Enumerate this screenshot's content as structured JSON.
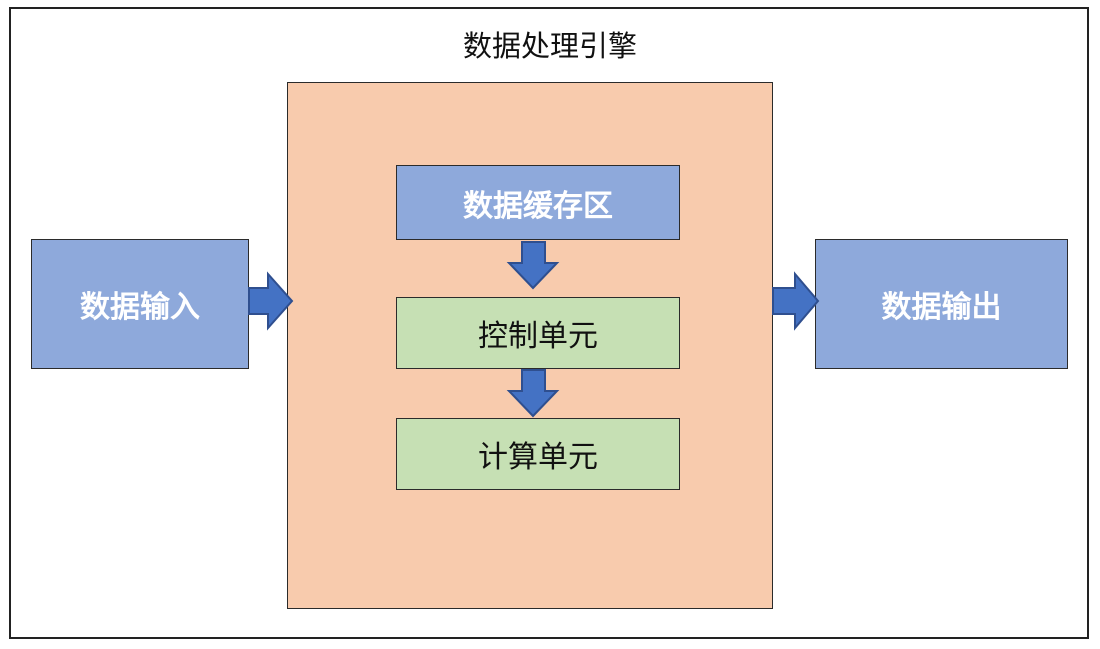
{
  "diagram": {
    "title": "数据处理引擎",
    "input_label": "数据输入",
    "output_label": "数据输出",
    "buffer_label": "数据缓存区",
    "control_label": "控制单元",
    "compute_label": "计算单元"
  },
  "colors": {
    "engine_fill": "#F8CBAD",
    "blue_box_fill": "#8EA9DB",
    "green_box_fill": "#C6E0B4",
    "arrow_fill": "#4472C4",
    "arrow_stroke": "#2F4F8F",
    "border": "#2B2B2B"
  }
}
